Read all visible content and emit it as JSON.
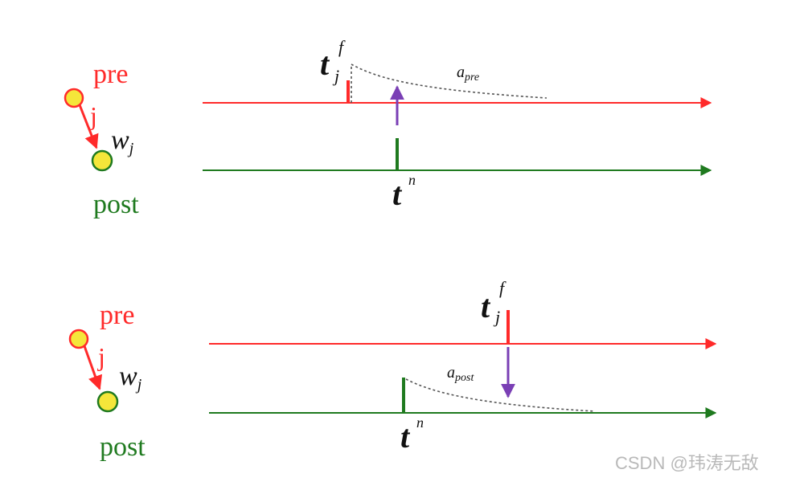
{
  "top_panel": {
    "pre_label": "pre",
    "j_label": "j",
    "w_label": "w",
    "w_sub": "j",
    "post_label": "post",
    "t_pre": "t",
    "t_pre_sup": "f",
    "t_pre_sub": "j",
    "t_post": "t",
    "t_post_sup": "n",
    "trace_label": "a",
    "trace_sub": "pre"
  },
  "bottom_panel": {
    "pre_label": "pre",
    "j_label": "j",
    "w_label": "w",
    "w_sub": "j",
    "post_label": "post",
    "t_pre": "t",
    "t_pre_sup": "f",
    "t_pre_sub": "j",
    "t_post": "t",
    "t_post_sup": "n",
    "trace_label": "a",
    "trace_sub": "post"
  },
  "watermark": "CSDN @玮涛无敌",
  "colors": {
    "pre": "#ff2a2a",
    "post": "#1f7a1f",
    "arrow": "#7a3fb5",
    "neuron_fill": "#f5e63a",
    "trace": "#555555"
  }
}
